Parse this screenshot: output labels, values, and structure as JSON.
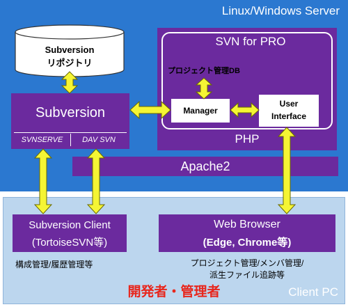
{
  "server": {
    "title": "Linux/Windows Server",
    "repository": {
      "line1": "Subversion",
      "line2": "リポジトリ"
    },
    "subversion": {
      "label": "Subversion",
      "svnserve": "SVNSERVE",
      "davsvn": "DAV SVN"
    },
    "php": {
      "label": "PHP",
      "svn_for_pro": "SVN for PRO",
      "project_db": "プロジェクト管理DB",
      "manager": "Manager",
      "user_interface": {
        "line1": "User",
        "line2": "Interface"
      }
    },
    "apache": "Apache2"
  },
  "client": {
    "title": "Client PC",
    "svn_client": {
      "line1": "Subversion Client",
      "line2": "(TortoiseSVN等)"
    },
    "svn_client_caption": "構成管理/履歴管理等",
    "browser": {
      "line1": "Web Browser",
      "line2": "(Edge, Chrome等)"
    },
    "browser_caption": {
      "line1": "プロジェクト管理/メンバ管理/",
      "line2": "派生ファイル追跡等"
    },
    "users": "開発者・管理者"
  },
  "colors": {
    "server_bg": "#2b78d0",
    "client_bg": "#bcd6ee",
    "component": "#6b2a9e",
    "arrow": "#f5f534",
    "users_text": "#e8261c"
  }
}
